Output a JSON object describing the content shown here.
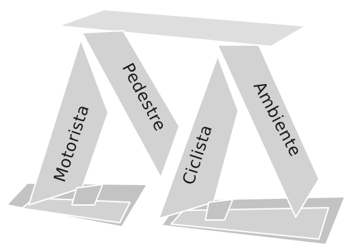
{
  "labels": {
    "motorista": "Motorista",
    "pedestre": "Pedestre",
    "ciclista": "Ciclista",
    "ambiente": "Ambiente"
  },
  "colors": {
    "panel": "#d2d2d2",
    "panel_light": "#dedede",
    "panel_dark": "#c3c3c3",
    "text": "#1a1a1a",
    "background": "#ffffff"
  }
}
